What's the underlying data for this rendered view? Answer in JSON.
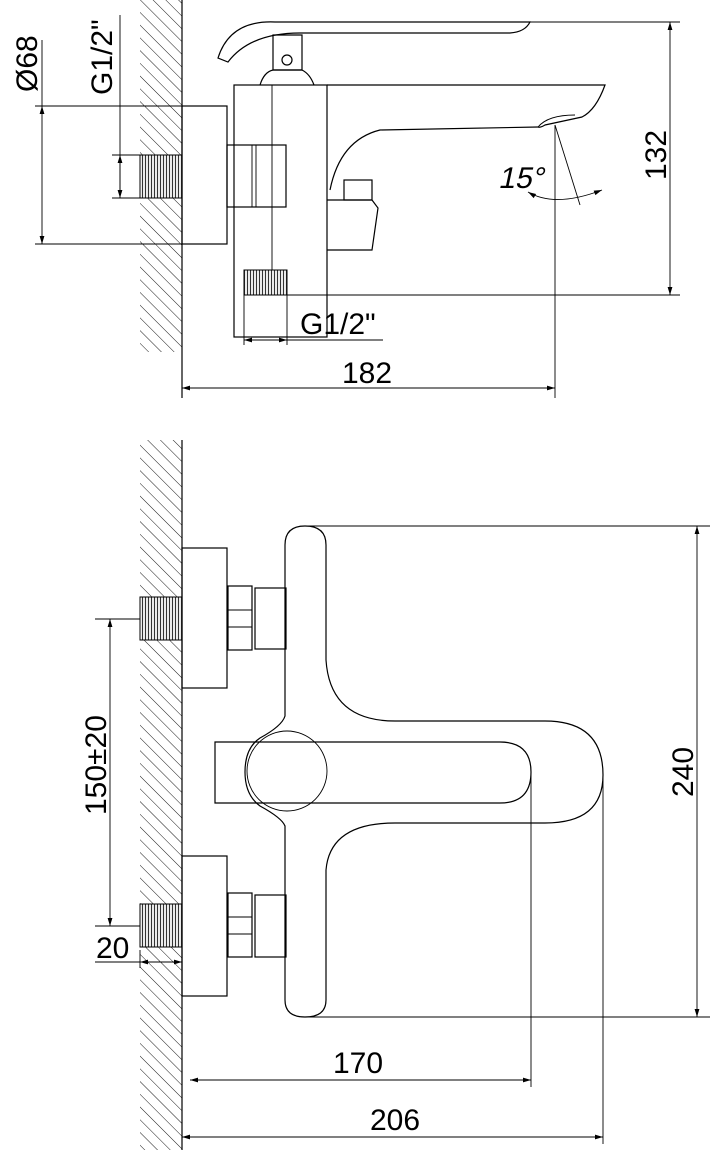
{
  "drawing": {
    "side_view": {
      "diameter_label": "Ø68",
      "inlet_thread_label": "G1/2\"",
      "outlet_thread_label": "G1/2\"",
      "height_label": "132",
      "depth_label": "182",
      "angle_label": "15°"
    },
    "front_view": {
      "inlet_spacing_label": "150±20",
      "thread_depth_label": "20",
      "height_label": "240",
      "handle_reach_label": "170",
      "spout_reach_label": "206"
    },
    "colors": {
      "line": "#000000",
      "background": "#ffffff"
    }
  }
}
